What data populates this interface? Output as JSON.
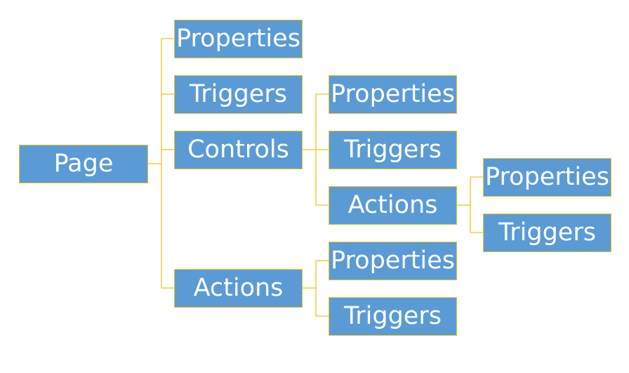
{
  "diagram": {
    "line_color": "#f0c419",
    "box_color": "#5b9bd5",
    "text_color": "#ffffff",
    "root": {
      "label": "Page",
      "children": [
        {
          "label": "Properties"
        },
        {
          "label": "Triggers"
        },
        {
          "label": "Controls",
          "children": [
            {
              "label": "Properties"
            },
            {
              "label": "Triggers"
            },
            {
              "label": "Actions",
              "children": [
                {
                  "label": "Properties"
                },
                {
                  "label": "Triggers"
                }
              ]
            }
          ]
        },
        {
          "label": "Actions",
          "children": [
            {
              "label": "Properties"
            },
            {
              "label": "Triggers"
            }
          ]
        }
      ]
    }
  }
}
